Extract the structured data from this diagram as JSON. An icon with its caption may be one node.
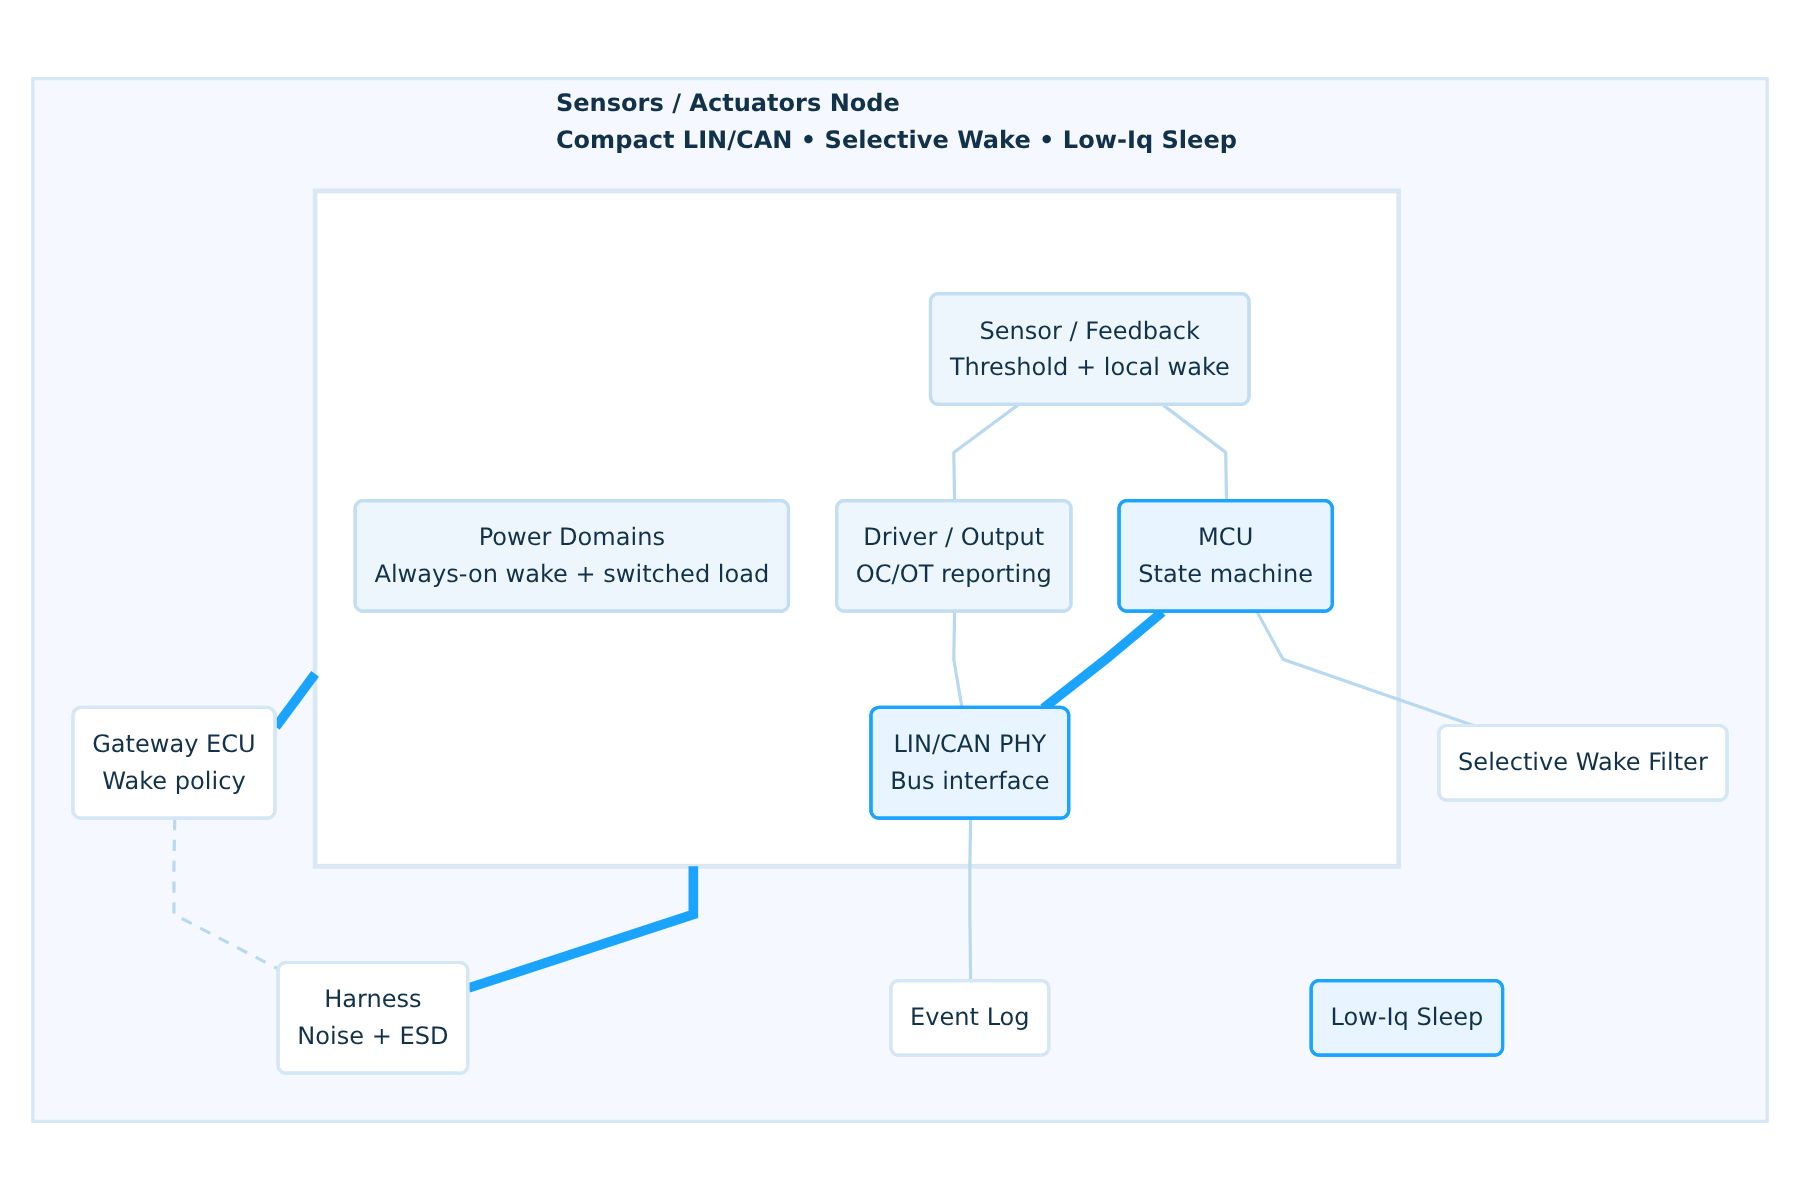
{
  "diagram": {
    "nodes": [
      {
        "text": [
          "Sensors / Actuators Node",
          "Compact LIN/CAN • Selective Wake • Low-Iq Sleep"
        ]
      },
      {
        "text": [],
        "shape": "box",
        "in": 0
      },
      {
        "text": [
          "Power Domains",
          "Always-on wake + switched load"
        ],
        "in": 1
      },
      {
        "text": [
          "Sensor / Feedback",
          "Threshold + local wake"
        ],
        "in": 1
      },
      {
        "text": [
          "Driver / Output",
          "OC/OT reporting"
        ],
        "in": 1
      },
      {
        "text": [
          "MCU",
          "State machine"
        ],
        "in": 1
      },
      {
        "text": [
          "LIN/CAN PHY",
          "Bus interface"
        ],
        "in": 1
      },
      {
        "text": [
          "Selective Wake Filter"
        ],
        "in": 0
      },
      {
        "text": [
          "Event Log"
        ],
        "in": 0
      },
      {
        "text": [
          "Low-Iq Sleep"
        ],
        "in": 0
      },
      {
        "text": [
          "Gateway ECU",
          "Wake policy"
        ],
        "in": 0
      },
      {
        "text": [
          "Harness",
          "Noise + ESD"
        ],
        "in": 0
      }
    ],
    "edges": [
      {
        "from": 3,
        "to": 4,
        "arrow": "none"
      },
      {
        "from": 3,
        "to": 5,
        "arrow": "none"
      },
      {
        "from": 4,
        "to": 6,
        "arrow": "none"
      },
      {
        "from": 5,
        "to": 6,
        "arrow": "none",
        "style": "thick",
        "color": "#1aa3ff"
      },
      {
        "from": 5,
        "to": 7,
        "arrow": "none"
      },
      {
        "from": 6,
        "to": 8,
        "arrow": "none"
      },
      {
        "from": 1,
        "to": 10,
        "arrow": "none",
        "style": "thick",
        "color": "#1aa3ff"
      },
      {
        "from": 1,
        "to": 11,
        "arrow": "none",
        "style": "thick",
        "color": "#1aa3ff"
      },
      {
        "from": 10,
        "to": 11,
        "arrow": "none",
        "style": "dashed"
      }
    ]
  }
}
